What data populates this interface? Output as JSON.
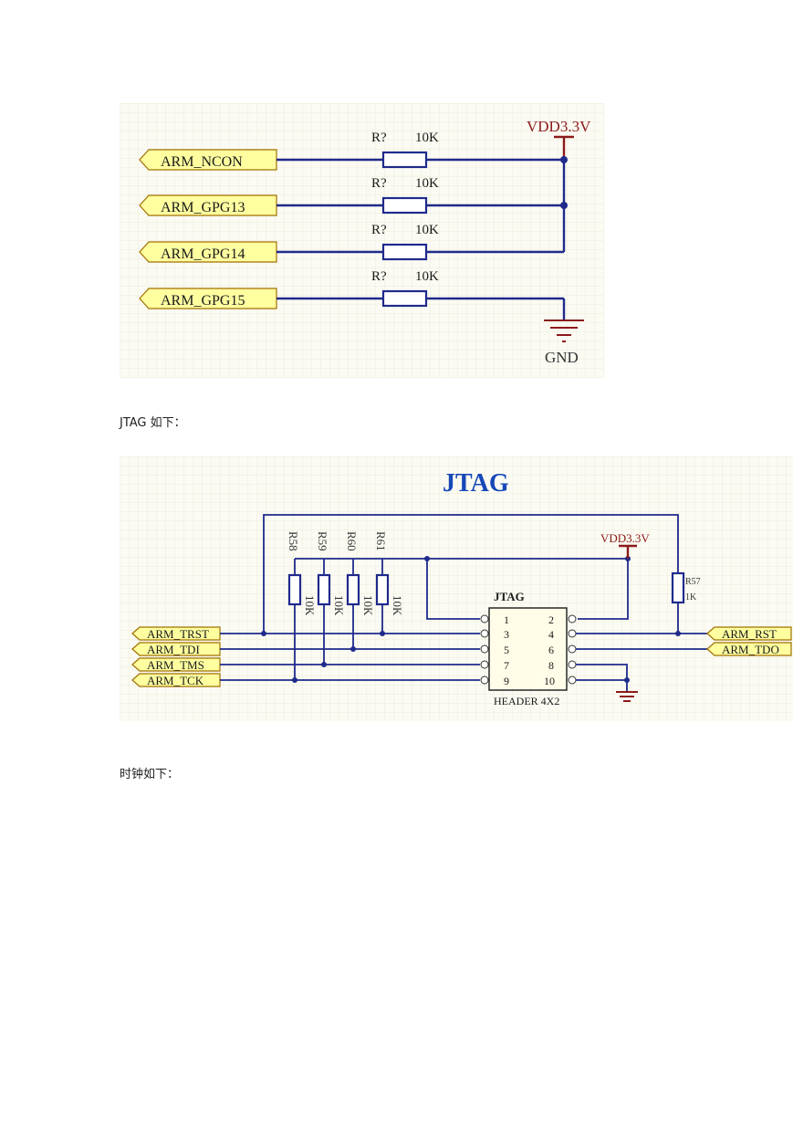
{
  "figure1": {
    "ports": [
      "ARM_NCON",
      "ARM_GPG13",
      "ARM_GPG14",
      "ARM_GPG15"
    ],
    "resistors": [
      {
        "designator": "R?",
        "value": "10K"
      },
      {
        "designator": "R?",
        "value": "10K"
      },
      {
        "designator": "R?",
        "value": "10K"
      },
      {
        "designator": "R?",
        "value": "10K"
      }
    ],
    "power_label": "VDD3.3V",
    "ground_label": "GND"
  },
  "caption_jtag": "JTAG 如下：",
  "figure2": {
    "title": "JTAG",
    "power_label": "VDD3.3V",
    "resistors": [
      {
        "designator": "R58",
        "value": "10K"
      },
      {
        "designator": "R59",
        "value": "10K"
      },
      {
        "designator": "R60",
        "value": "10K"
      },
      {
        "designator": "R61",
        "value": "10K"
      }
    ],
    "r57": {
      "designator": "R57",
      "value": "1K"
    },
    "header_name": "JTAG",
    "header_type": "HEADER 4X2",
    "pins_left": [
      "1",
      "3",
      "5",
      "7",
      "9"
    ],
    "pins_right": [
      "2",
      "4",
      "6",
      "8",
      "10"
    ],
    "ports_left": [
      "ARM_TRST",
      "ARM_TDI",
      "ARM_TMS",
      "ARM_TCK"
    ],
    "ports_right": [
      "ARM_RST",
      "ARM_TDO"
    ]
  },
  "caption_clock": "时钟如下："
}
